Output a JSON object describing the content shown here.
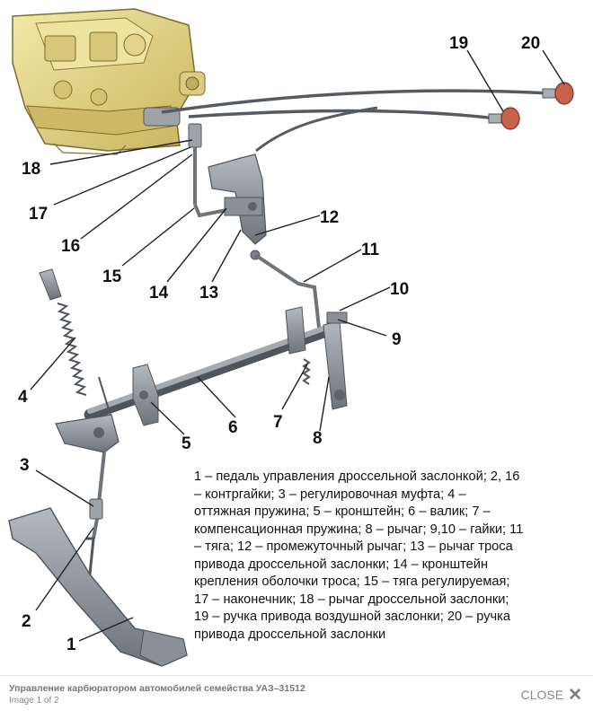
{
  "labels": {
    "n1": "1",
    "n2": "2",
    "n3": "3",
    "n4": "4",
    "n5": "5",
    "n6": "6",
    "n7": "7",
    "n8": "8",
    "n9": "9",
    "n10": "10",
    "n11": "11",
    "n12": "12",
    "n13": "13",
    "n14": "14",
    "n15": "15",
    "n16": "16",
    "n17": "17",
    "n18": "18",
    "n19": "19",
    "n20": "20"
  },
  "legend": {
    "lines": [
      "1 – педаль управления дроссельной заслонкой; 2, 16",
      "– контргайки; 3 – регулировочная муфта; 4 –",
      "оттяжная пружина; 5 – кронштейн; 6 – валик; 7 –",
      "компенсационная пружина; 8 – рычаг; 9,10 – гайки; 11",
      "– тяга; 12 – промежуточный рычаг; 13 – рычаг троса",
      "привода дроссельной заслонки; 14 – кронштейн",
      "крепления оболочки троса; 15 – тяга регулируемая;",
      "17 – наконечник; 18 – рычаг дроссельной заслонки;",
      "19 – ручка привода воздушной заслонки; 20 – ручка",
      "привода дроссельной заслонки"
    ]
  },
  "footer": {
    "caption": "Управление карбюратором автомобилей семейства УАЗ–31512",
    "counter": "Image 1 of 2",
    "close_label": "CLOSE"
  },
  "colors": {
    "carburetor": "#e8d98a",
    "carburetor_dark": "#a8954a",
    "metal": "#8e949a",
    "metal_dark": "#4f555b",
    "knob": "#c9624a",
    "background": "#ffffff"
  }
}
